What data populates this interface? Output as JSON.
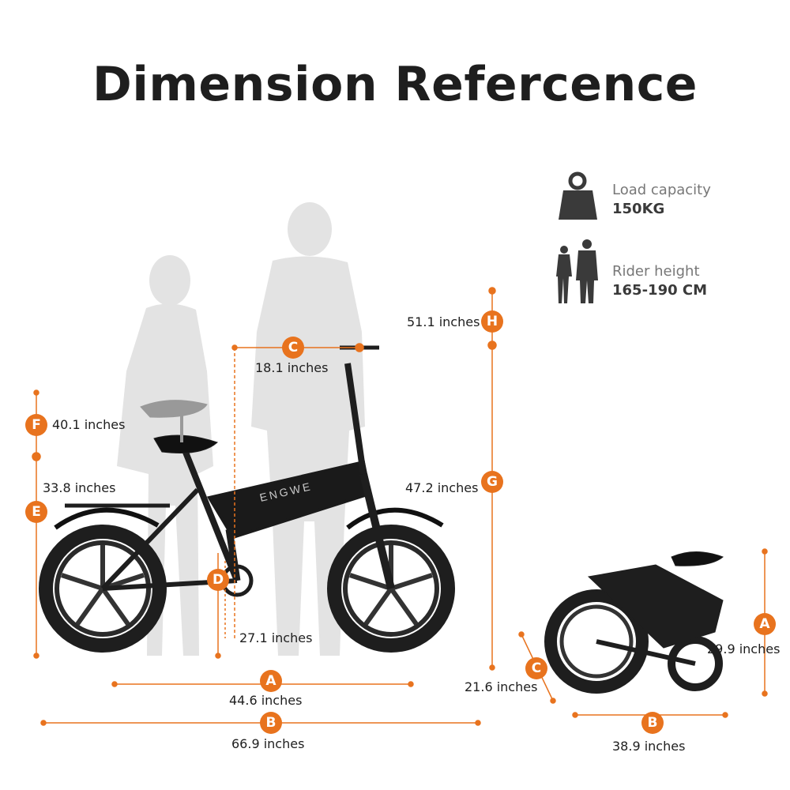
{
  "title": "Dimension Refercence",
  "specs": [
    {
      "icon": "weight-icon",
      "label": "Load capacity",
      "value": "150KG"
    },
    {
      "icon": "riders-icon",
      "label": "Rider height",
      "value": "165-190 CM"
    }
  ],
  "bike_brand": "ENGWE",
  "accent_color": "#E8731E",
  "dimensions": {
    "H": {
      "letter": "H",
      "value": "51.1 inches"
    },
    "G": {
      "letter": "G",
      "value": "47.2 inches"
    },
    "C": {
      "letter": "C",
      "value": "18.1 inches"
    },
    "F": {
      "letter": "F",
      "value": "40.1 inches"
    },
    "E": {
      "letter": "E",
      "value": "33.8 inches"
    },
    "D": {
      "letter": "D",
      "value": "27.1 inches"
    },
    "A": {
      "letter": "A",
      "value": "44.6 inches"
    },
    "B": {
      "letter": "B",
      "value": "66.9 inches"
    }
  },
  "folded_dimensions": {
    "C": {
      "letter": "C",
      "value": "21.6 inches"
    },
    "A": {
      "letter": "A",
      "value": "29.9 inches"
    },
    "B": {
      "letter": "B",
      "value": "38.9 inches"
    }
  }
}
